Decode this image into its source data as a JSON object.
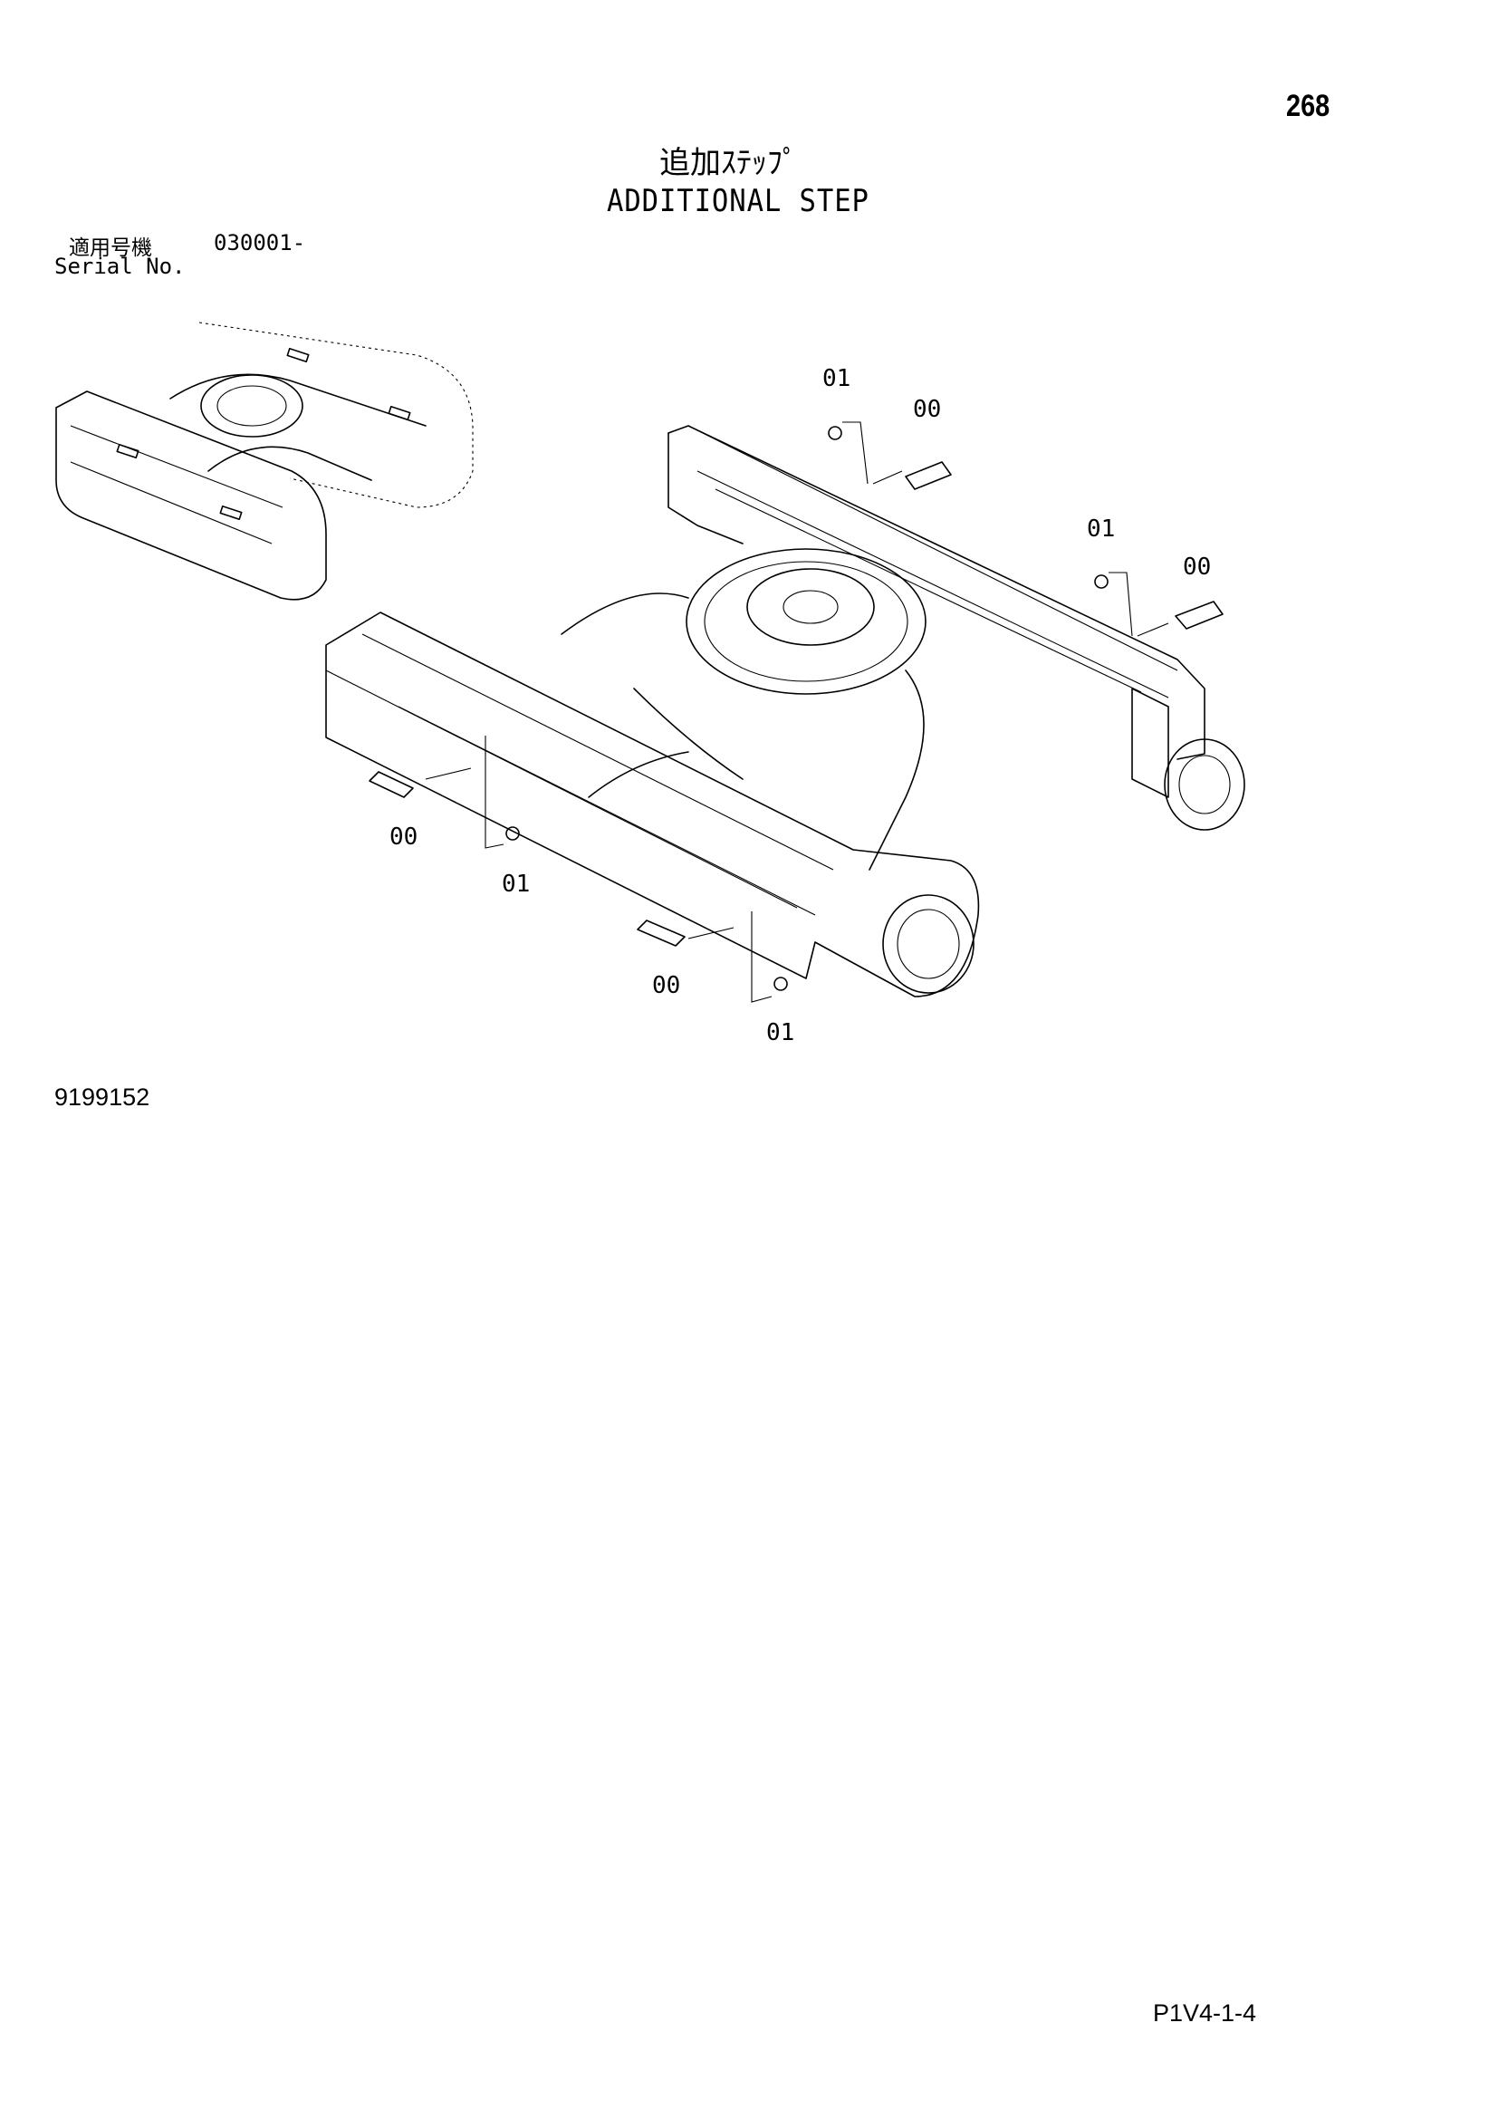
{
  "header": {
    "page_number": "268",
    "title_jp": "追加ｽﾃｯﾌﾟ",
    "title_en": "ADDITIONAL STEP"
  },
  "serial": {
    "label_jp": "適用号機",
    "value": "030001-",
    "label_en": "Serial No."
  },
  "callouts": {
    "c1": "01",
    "c2": "00",
    "c3": "01",
    "c4": "00",
    "c5": "00",
    "c6": "01",
    "c7": "00",
    "c8": "01"
  },
  "footer": {
    "diagram_id": "9199152",
    "page_code": "P1V4-1-4"
  }
}
